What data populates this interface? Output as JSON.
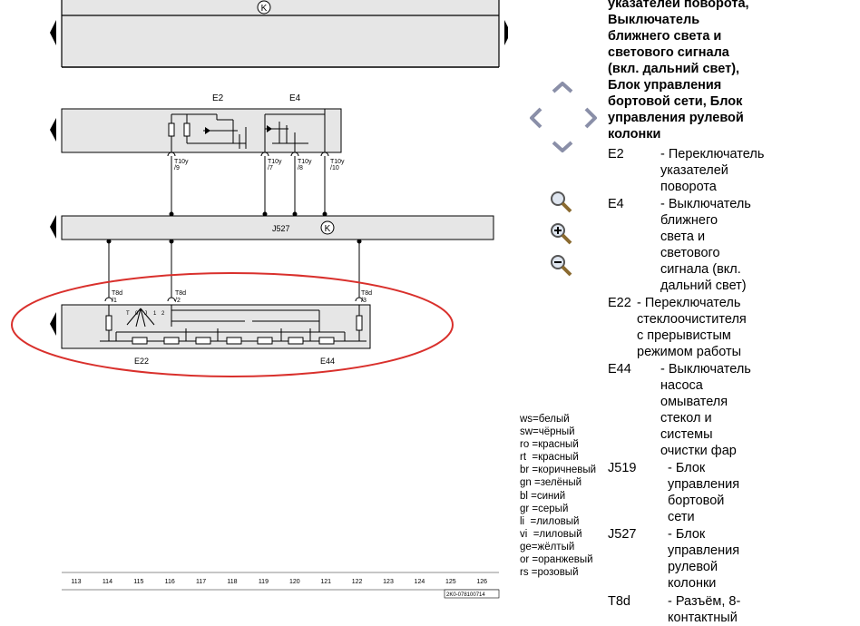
{
  "diagram": {
    "component_top": "E2",
    "component_top2": "E4",
    "control_unit": "J527",
    "component_bottom_left": "E22",
    "component_bottom_right": "E44",
    "k_symbol": "K",
    "t10_label": "T10y",
    "t10_pins": [
      "/9",
      "/7",
      "/8",
      "/10"
    ],
    "t8_label": "T8d",
    "t8_pins": [
      "/1",
      "/2",
      "/3"
    ],
    "switch_positions": [
      "T",
      "0",
      "J",
      "1",
      "2"
    ],
    "grid_numbers": [
      "113",
      "114",
      "115",
      "116",
      "117",
      "118",
      "119",
      "120",
      "121",
      "122",
      "123",
      "124",
      "125",
      "126"
    ],
    "doc_number": "2K0-078100714"
  },
  "description": {
    "title": "указателей поворота,\nВыключатель\nближнего света и\nсветового сигнала\n(вкл. дальний свет),\nБлок управления\nбортовой сети, Блок\nуправления рулевой\nколонки",
    "items": [
      {
        "code": "E2",
        "text": "-  Переключатель\nуказателей\nповорота"
      },
      {
        "code": "E4",
        "text": "-  Выключатель\nближнего\nсвета и\nсветового\nсигнала (вкл.\nдальний свет)"
      },
      {
        "code": "E22",
        "text": "-  Переключатель\nстеклоочистителя\nс прерывистым\nрежимом работы"
      },
      {
        "code": "E44",
        "text": "-  Выключатель\nнасоса\nомывателя\nстекол и\nсистемы\nочистки фар"
      },
      {
        "code": "J519",
        "text": "-  Блок\nуправления\nбортовой\nсети"
      },
      {
        "code": "J527",
        "text": "-  Блок\nуправления\nрулевой\nколонки"
      },
      {
        "code": "T8d",
        "text": "-  Разъём, 8-\nконтактный"
      }
    ]
  },
  "legend": "ws=белый\nsw=чёрный\nro =красный\nrt  =красный\nbr =коричневый\ngn =зелёный\nbl =синий\ngr =серый\nli  =лиловый\nvi  =лиловый\nge=жёлтый\nor =оранжевый\nrs =розовый",
  "icons": {
    "nav_up": "chevron-up-icon",
    "nav_left": "chevron-left-icon",
    "nav_right": "chevron-right-icon",
    "nav_down": "chevron-down-icon",
    "zoom": "magnifier-icon",
    "zoom_in": "zoom-in-icon",
    "zoom_out": "zoom-out-icon"
  },
  "colors": {
    "highlight_ellipse": "#d9302c",
    "block_fill": "#e6e6e6",
    "nav_icon": "#8a8fa8"
  }
}
